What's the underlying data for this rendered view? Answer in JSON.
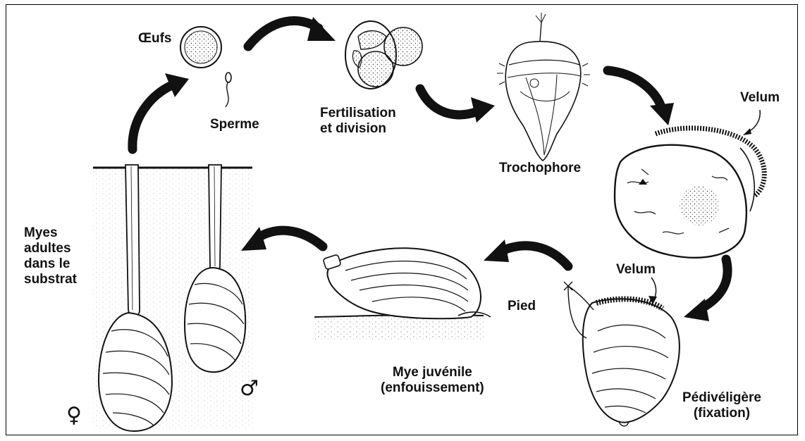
{
  "labels": {
    "oeufs": "Œufs",
    "sperme": "Sperme",
    "fertilisation_line1": "Fertilisation",
    "fertilisation_line2": "et division",
    "trochophore": "Trochophore",
    "velum_top": "Velum",
    "velum_bottom": "Velum",
    "pied": "Pied",
    "pedi_line1": "Pédivéligère",
    "pedi_line2": "(fixation)",
    "juvenile_line1": "Mye juvénile",
    "juvenile_line2": "(enfouissement)",
    "adult_line1": "Myes",
    "adult_line2": "adultes",
    "adult_line3": "dans le",
    "adult_line4": "substrat",
    "female_symbol": "♀",
    "male_symbol": "♂"
  },
  "colors": {
    "ink": "#111111",
    "background": "#ffffff"
  }
}
